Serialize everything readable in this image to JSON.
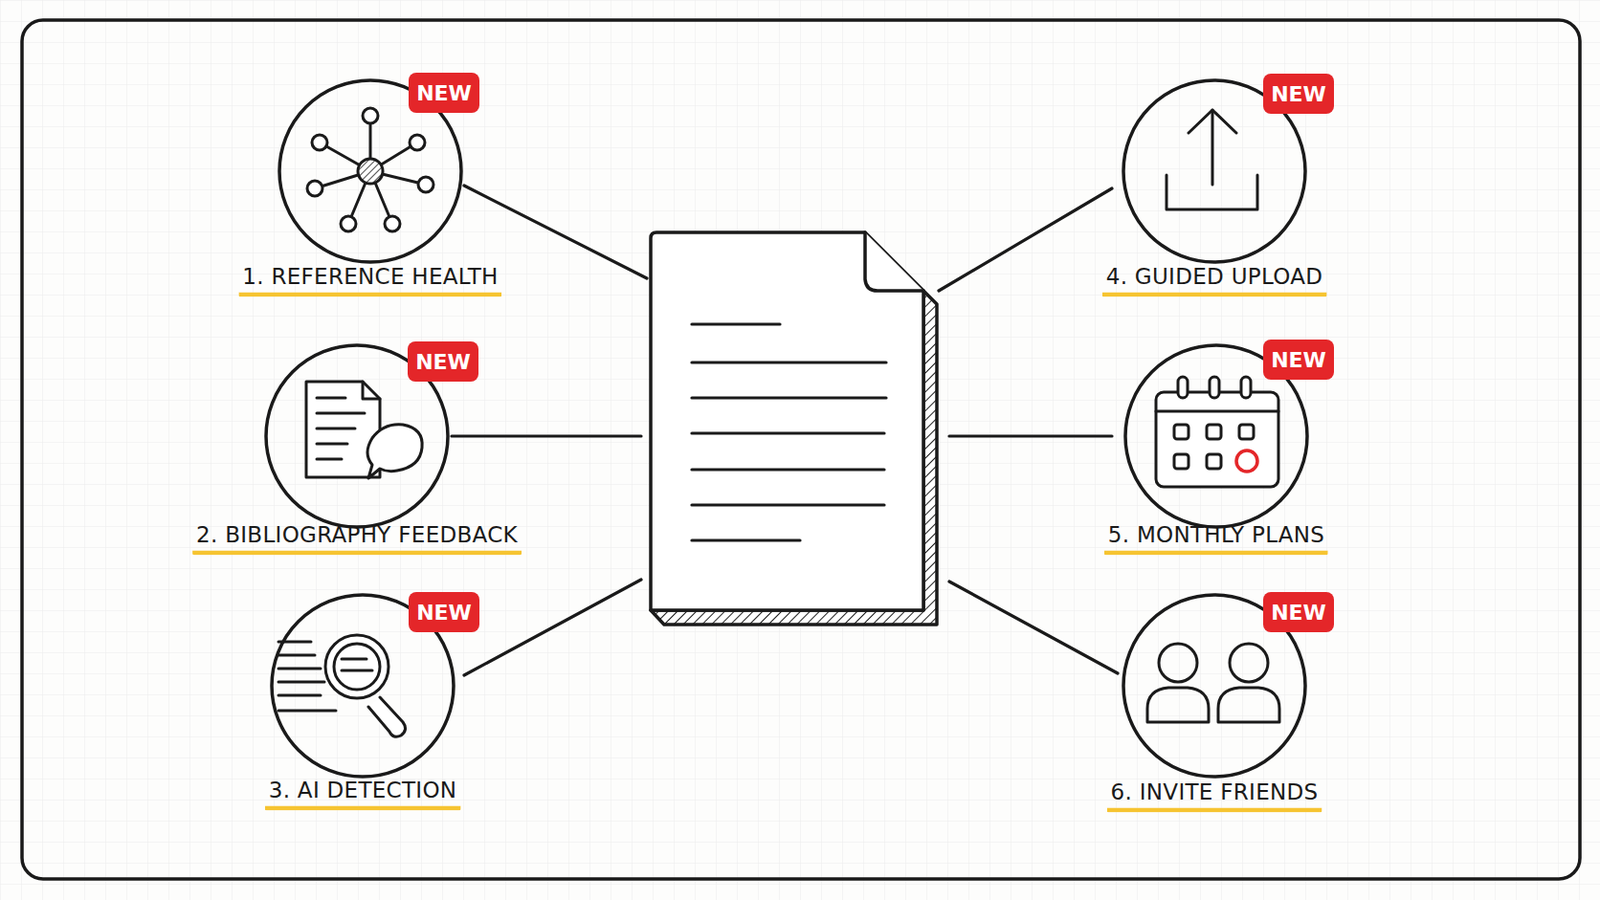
{
  "diagram": {
    "nodes": [
      {
        "text": [
          "1. REFERENCE HEALTH"
        ]
      },
      {
        "text": [
          "NEW"
        ],
        "in": 0
      },
      {
        "text": [
          "2. BIBLIOGRAPHY FEEDBACK"
        ]
      },
      {
        "text": [
          "NEW"
        ],
        "in": 2
      },
      {
        "text": [
          "3. AI DETECTION"
        ]
      },
      {
        "text": [
          "NEW"
        ],
        "in": 4
      },
      {
        "text": [
          "4. GUIDED UPLOAD"
        ]
      },
      {
        "text": [
          "NEW"
        ],
        "in": 6
      },
      {
        "text": [
          "5. MONTHLY PLANS"
        ]
      },
      {
        "text": [
          "NEW"
        ],
        "in": 8
      },
      {
        "text": [
          "6. INVITE FRIENDS"
        ]
      },
      {
        "text": [
          "NEW"
        ],
        "in": 10
      }
    ]
  }
}
